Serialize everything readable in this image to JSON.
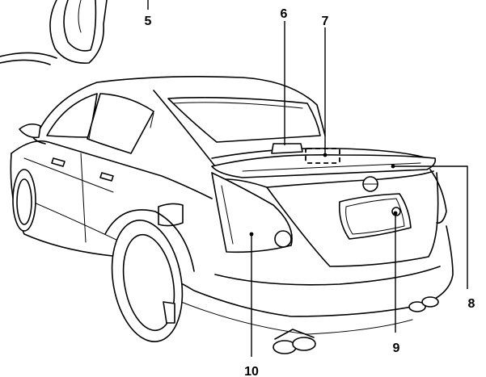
{
  "callouts": [
    {
      "id": "5",
      "label": "5"
    },
    {
      "id": "6",
      "label": "6"
    },
    {
      "id": "7",
      "label": "7"
    },
    {
      "id": "8",
      "label": "8"
    },
    {
      "id": "9",
      "label": "9"
    },
    {
      "id": "10",
      "label": "10"
    }
  ]
}
